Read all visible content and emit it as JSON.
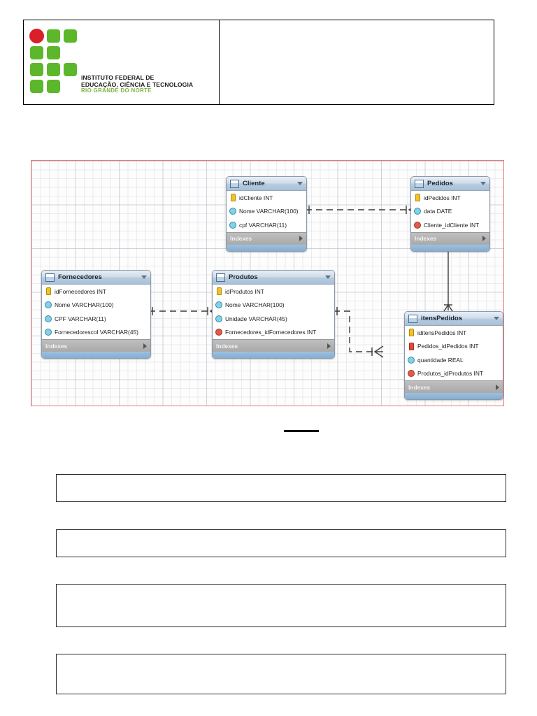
{
  "header": {
    "logo": {
      "icon_name": "ifrn-logo",
      "line1": "INSTITUTO FEDERAL DE",
      "line2": "EDUCAÇÃO, CIÊNCIA E TECNOLOGIA",
      "line3": "RIO GRANDE DO NORTE",
      "green": "#5cb82a",
      "red": "#d9202a",
      "subtitle_green": "#7cb342"
    },
    "title_cell_text": ""
  },
  "diagram": {
    "border_color": "#e27b78",
    "indexes_label": "Indexes",
    "tables": [
      {
        "name": "Cliente",
        "columns": [
          {
            "label": "idCliente INT",
            "marker": "key-pk"
          },
          {
            "label": "Nome VARCHAR(100)",
            "marker": "dia-blue"
          },
          {
            "label": "cpf VARCHAR(11)",
            "marker": "dia-blue"
          }
        ]
      },
      {
        "name": "Pedidos",
        "columns": [
          {
            "label": "idPedidos INT",
            "marker": "key-pk"
          },
          {
            "label": "data DATE",
            "marker": "dia-blue"
          },
          {
            "label": "Cliente_idCliente INT",
            "marker": "dia-red"
          }
        ]
      },
      {
        "name": "Fornecedores",
        "columns": [
          {
            "label": "idFornecedores INT",
            "marker": "key-pk"
          },
          {
            "label": "Nome VARCHAR(100)",
            "marker": "dia-blue"
          },
          {
            "label": "CPF VARCHAR(11)",
            "marker": "dia-blue"
          },
          {
            "label": "Fornecedorescol VARCHAR(45)",
            "marker": "dia-blue"
          }
        ]
      },
      {
        "name": "Produtos",
        "columns": [
          {
            "label": "idProdutos INT",
            "marker": "key-pk"
          },
          {
            "label": "Nome VARCHAR(100)",
            "marker": "dia-blue"
          },
          {
            "label": "Unidade VARCHAR(45)",
            "marker": "dia-blue"
          },
          {
            "label": "Fornecedores_idFornecedores INT",
            "marker": "dia-red"
          }
        ]
      },
      {
        "name": "itensPedidos",
        "columns": [
          {
            "label": "iditensPedidos INT",
            "marker": "key-pk"
          },
          {
            "label": "Pedidos_idPedidos INT",
            "marker": "key-fkpk"
          },
          {
            "label": "quantidade REAL",
            "marker": "dia-blue"
          },
          {
            "label": "Produtos_idProdutos INT",
            "marker": "dia-red"
          }
        ]
      }
    ],
    "relationships": [
      {
        "from": "Cliente",
        "to": "Pedidos",
        "style": "dashed",
        "cardinality": "one-to-many"
      },
      {
        "from": "Fornecedores",
        "to": "Produtos",
        "style": "dashed",
        "cardinality": "one-to-many"
      },
      {
        "from": "Produtos",
        "to": "itensPedidos",
        "style": "dashed",
        "cardinality": "one-to-many"
      },
      {
        "from": "Pedidos",
        "to": "itensPedidos",
        "style": "solid",
        "cardinality": "one-to-many"
      }
    ]
  },
  "answer_boxes": [
    {
      "text": ""
    },
    {
      "text": ""
    },
    {
      "text": ""
    },
    {
      "text": ""
    }
  ]
}
